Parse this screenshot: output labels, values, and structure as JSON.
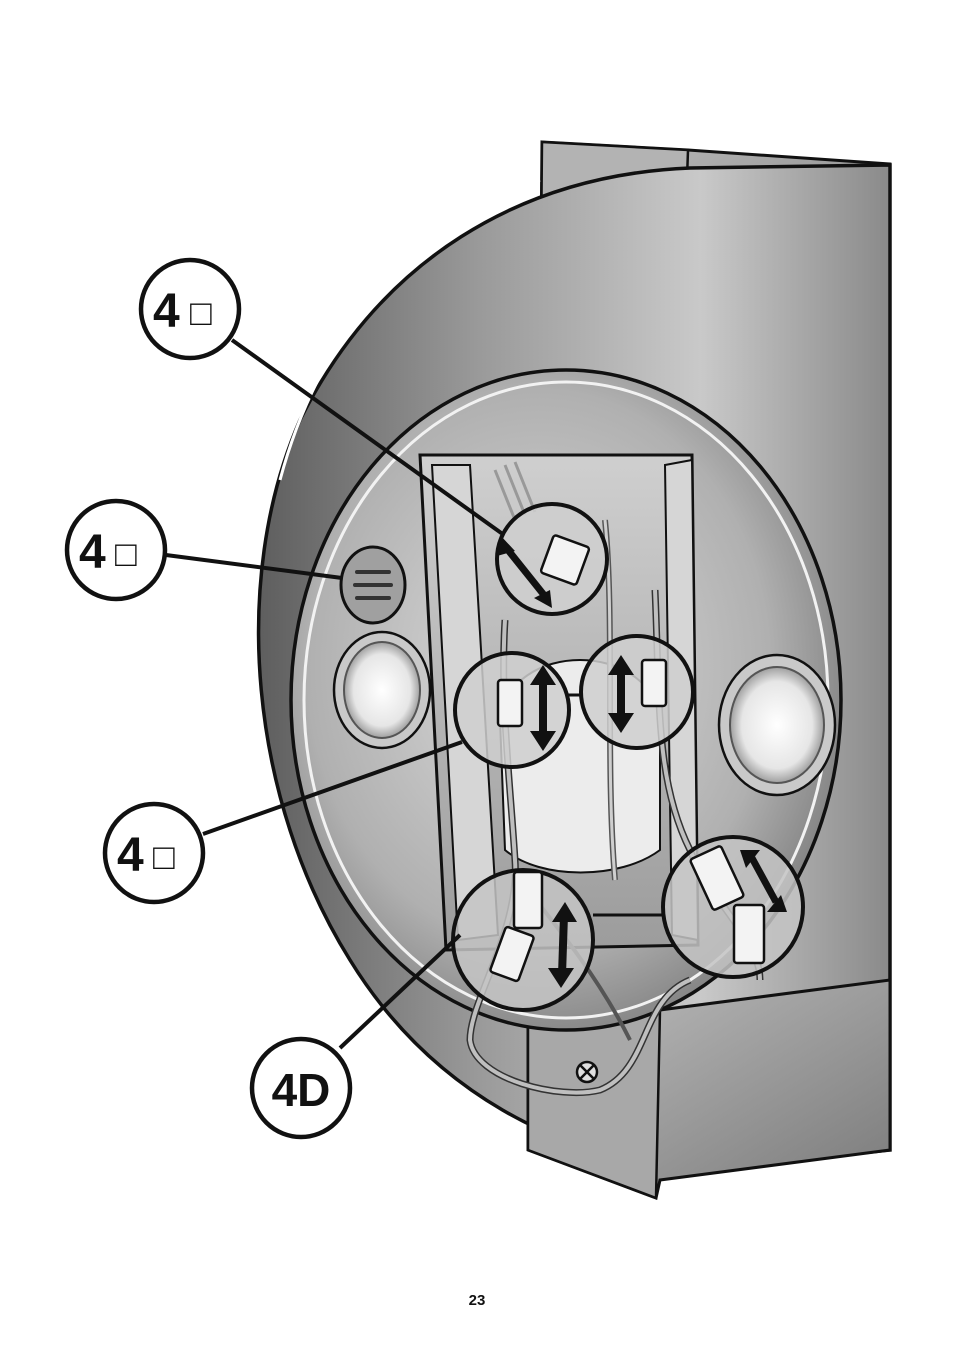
{
  "callouts": [
    {
      "number": "4",
      "suffix": "□"
    },
    {
      "number": "4",
      "suffix": "□"
    },
    {
      "number": "4",
      "suffix": "□"
    },
    {
      "number": "4D",
      "suffix": ""
    }
  ],
  "page_number": "23",
  "colors": {
    "line": "#111111",
    "metal_light": "#d9d9d9",
    "metal_dark": "#6e6e6e",
    "panel": "#bdbdbd"
  }
}
